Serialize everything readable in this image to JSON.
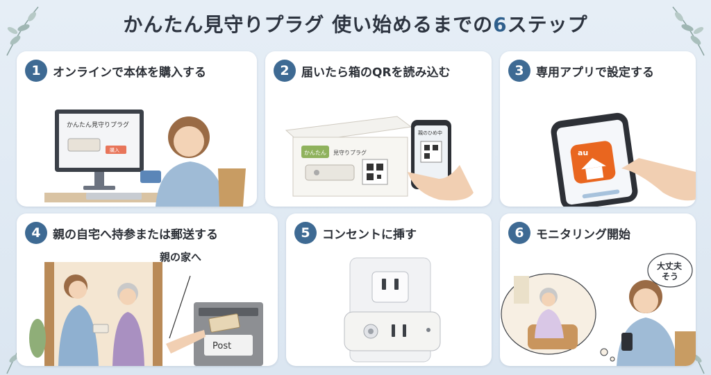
{
  "title": {
    "main": "かんたん見守りプラグ 使い始めるまでの",
    "number": "6",
    "suffix": "ステップ"
  },
  "steps": [
    {
      "number": "1",
      "label": "オンラインで本体を購入する",
      "screen_text": "かんたん見守りプラグ",
      "button_text": "購入"
    },
    {
      "number": "2",
      "label": "届いたら箱のQRを読み込む",
      "box_logo": "かんたん",
      "box_name": "見守りプラグ",
      "phone_text": "親のひめ中"
    },
    {
      "number": "3",
      "label": "専用アプリで設定する",
      "app_icon_text": "au"
    },
    {
      "number": "4",
      "label": "親の自宅へ持参または郵送する",
      "caption": "親の家へ",
      "mailbox_text": "Post"
    },
    {
      "number": "5",
      "label": "コンセントに挿す"
    },
    {
      "number": "6",
      "label": "モニタリング開始",
      "speech_line1": "大丈夫",
      "speech_line2": "そう"
    }
  ],
  "colors": {
    "accent": "#3e6a93",
    "background": "#dfe8f2",
    "card": "#ffffff"
  }
}
